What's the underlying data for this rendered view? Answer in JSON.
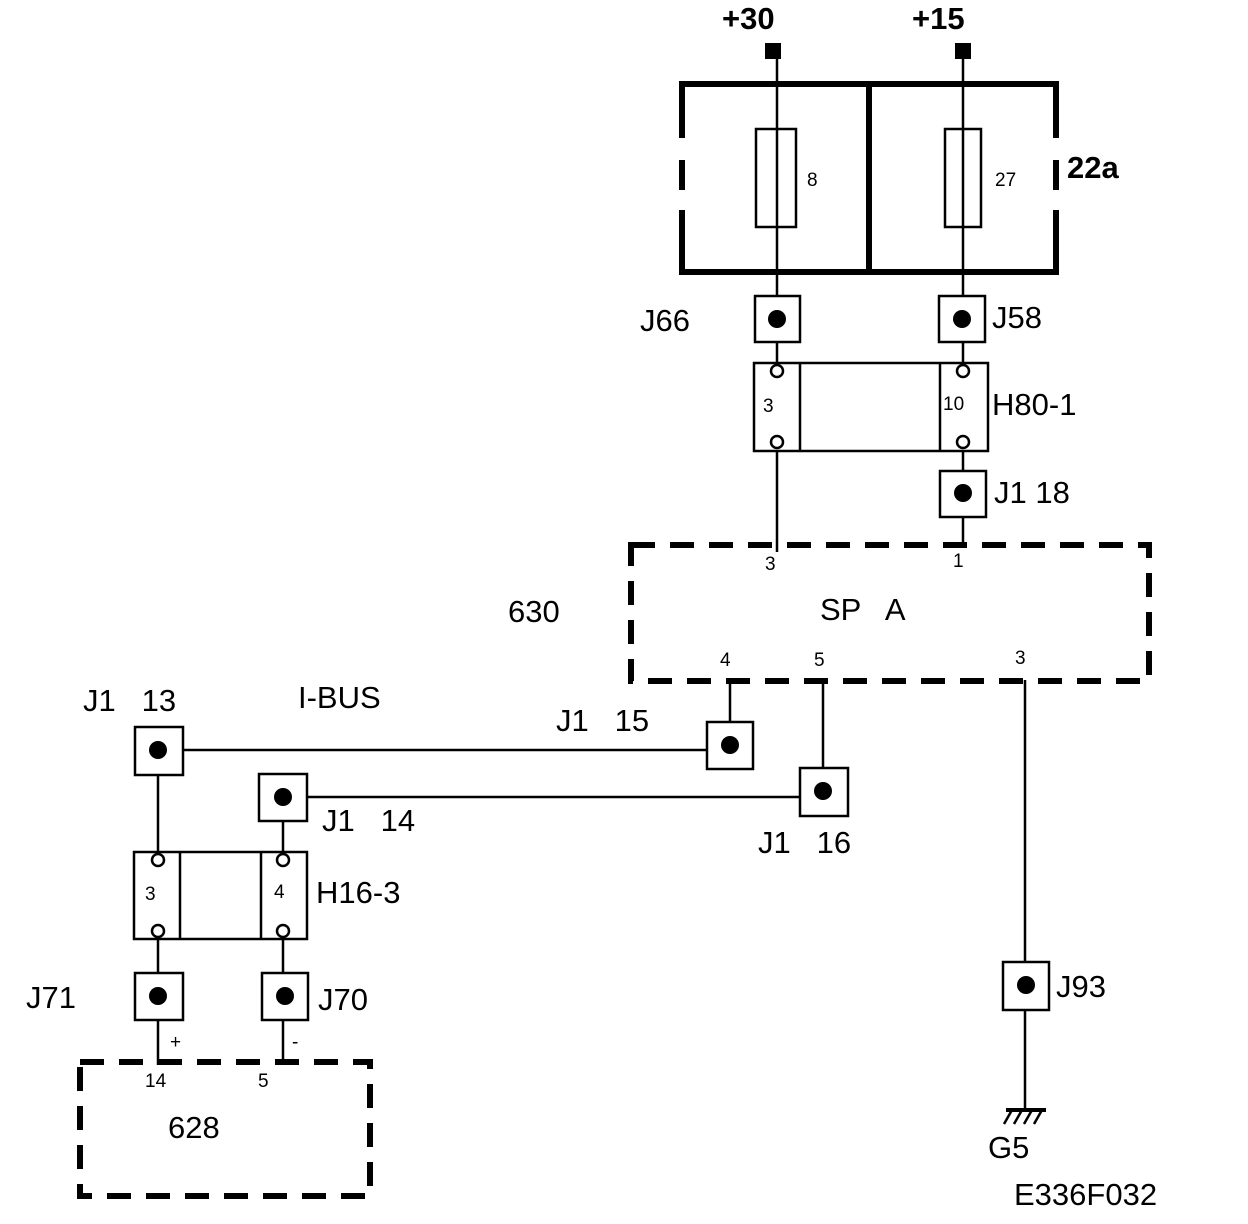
{
  "supply": {
    "plus30": "+30",
    "plus15": "+15"
  },
  "fusebox": {
    "label": "22a",
    "fuse_a": "8",
    "fuse_b": "27"
  },
  "connectors": {
    "j66": "J66",
    "j58": "J58",
    "h80": {
      "label": "H80-1",
      "pin_left": "3",
      "pin_right": "10"
    },
    "j1_18": "J1   18",
    "j1_13": "J1   13",
    "j1_15": "J1   15",
    "j1_14": "J1   14",
    "j1_16": "J1   16",
    "h16": {
      "label": "H16-3",
      "pin_left": "3",
      "pin_right": "4"
    },
    "j71": "J71",
    "j70": "J70",
    "j93": "J93"
  },
  "bus": {
    "label": "I-BUS"
  },
  "module_630": {
    "id": "630",
    "name": "SP   A",
    "pin_top_left": "3",
    "pin_top_right": "1",
    "pin_bottom_1": "4",
    "pin_bottom_2": "5",
    "pin_bottom_3": "3"
  },
  "module_628": {
    "id": "628",
    "pin_plus": "+",
    "pin_minus": "-",
    "pin_left": "14",
    "pin_right": "5"
  },
  "ground": {
    "label": "G5"
  },
  "diagram_code": "E336F032"
}
